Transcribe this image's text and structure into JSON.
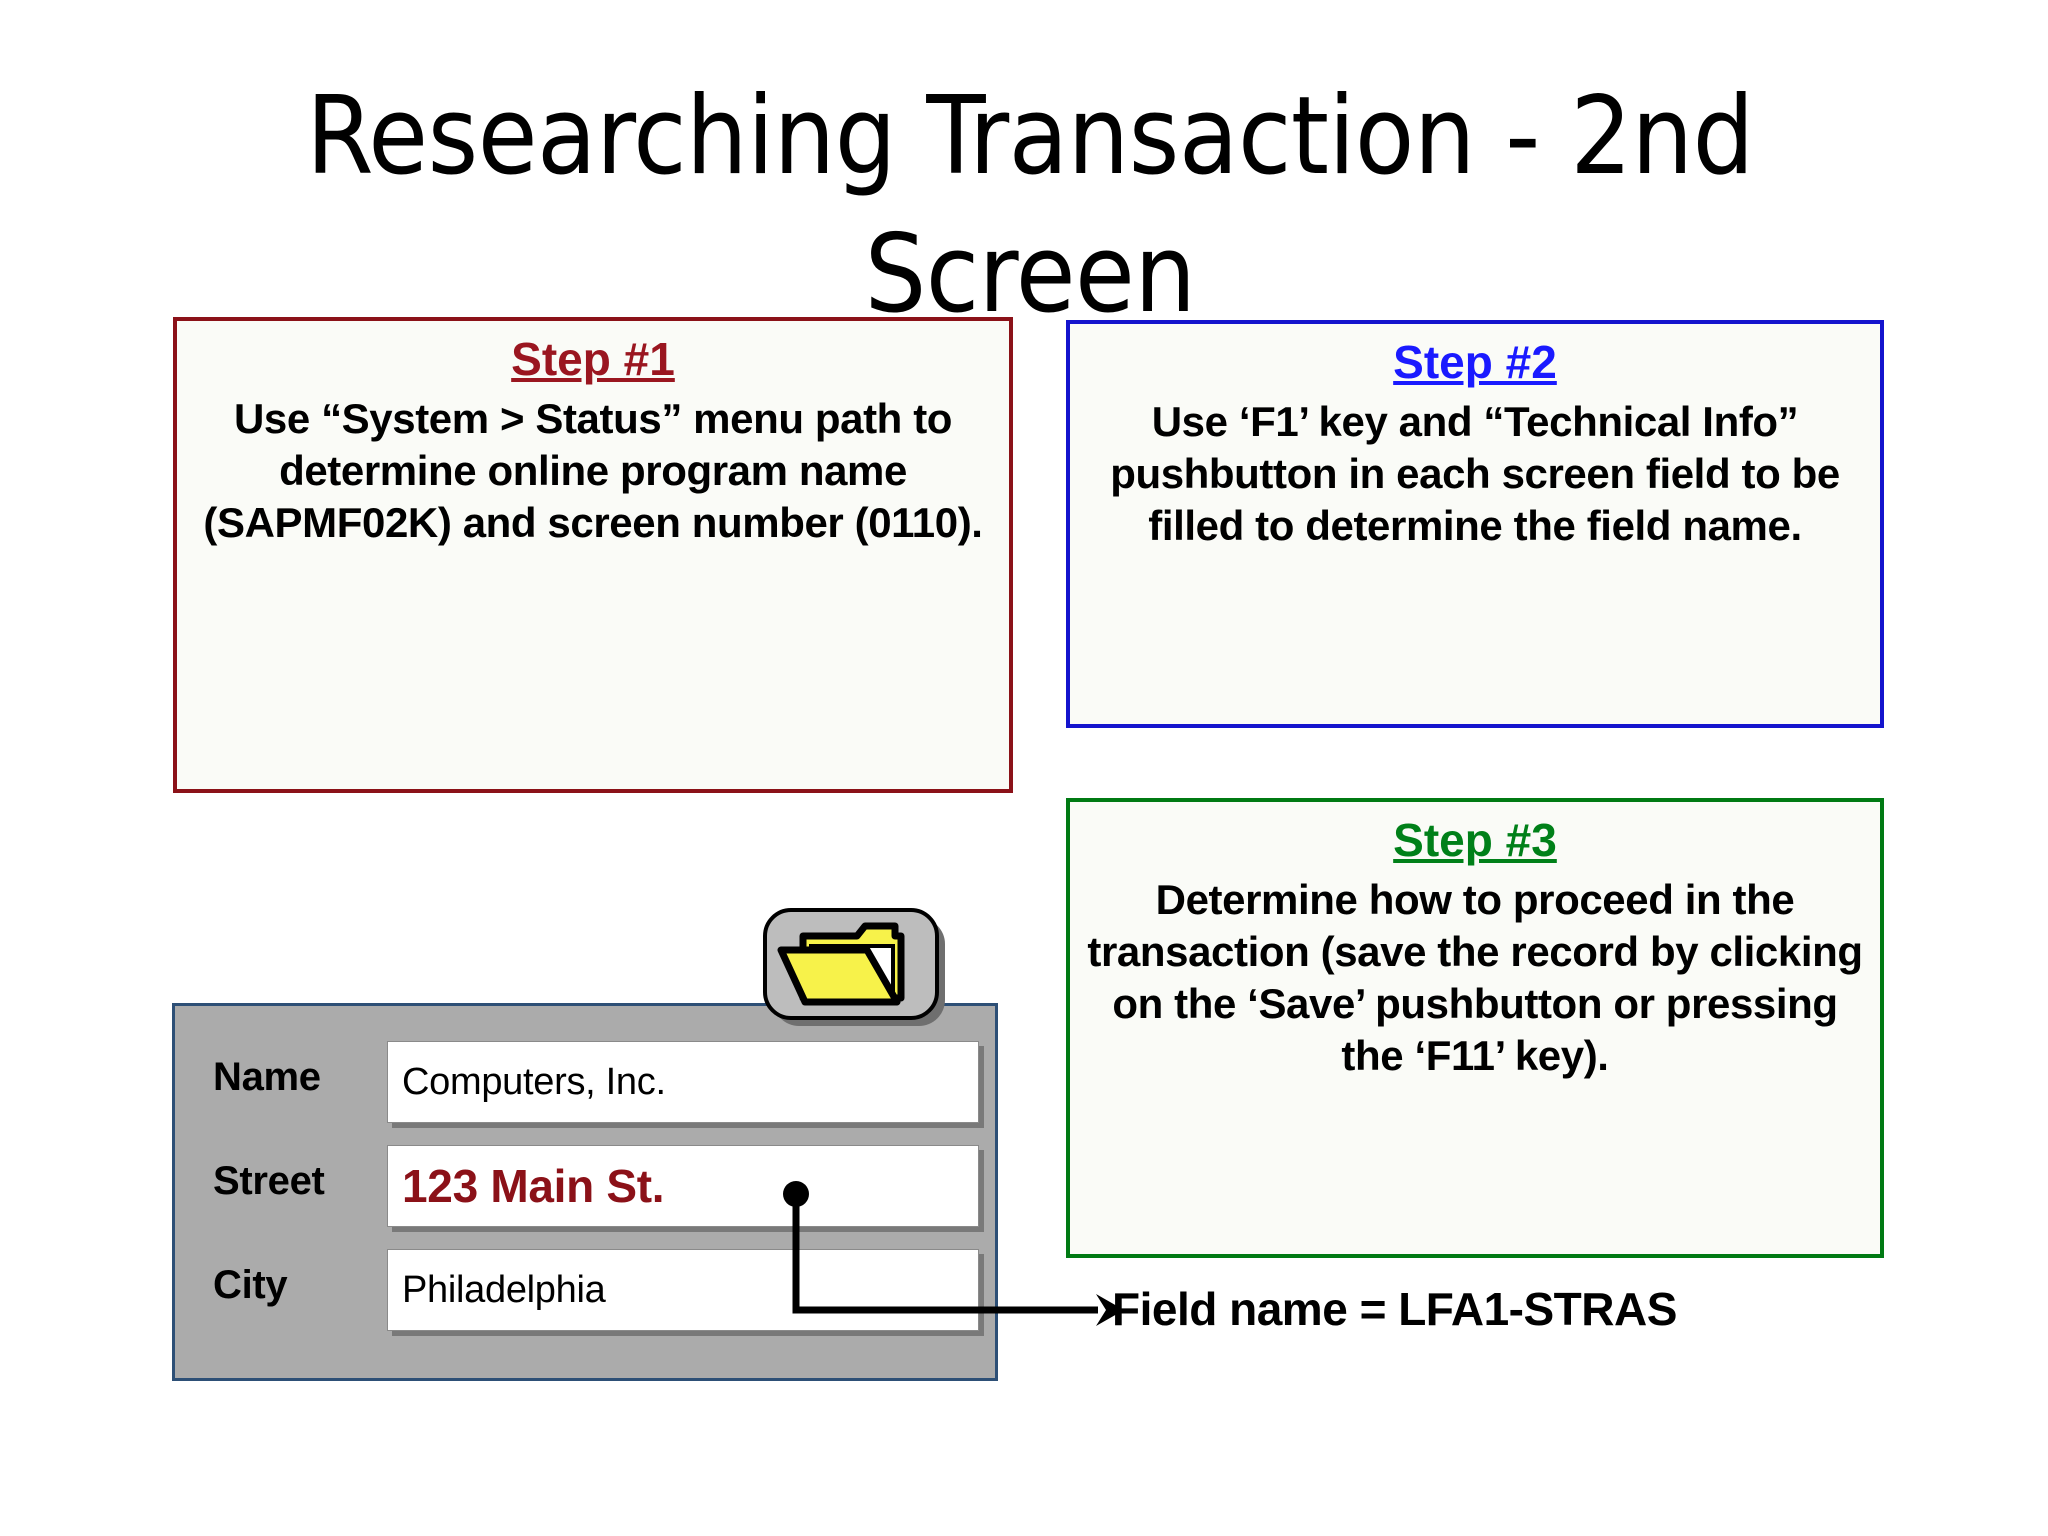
{
  "slide": {
    "title": "Researching Transaction - 2nd Screen"
  },
  "steps": [
    {
      "id": "step1",
      "heading": "Step #1",
      "body": "Use “System > Status” menu path to determine online program name (SAPMF02K) and screen number (0110).",
      "accent_color": "#9a1620",
      "border_color": "#8b1118"
    },
    {
      "id": "step2",
      "heading": "Step #2",
      "body": "Use ‘F1’ key and “Technical Info” pushbutton in each screen field to be filled to determine the field name.",
      "accent_color": "#1a1aff",
      "border_color": "#1414cd"
    },
    {
      "id": "step3",
      "heading": "Step #3",
      "body": "Determine how to proceed in the transaction (save the record by clicking on the ‘Save’ pushbutton or pressing the ‘F11’ key).",
      "accent_color": "#008019",
      "border_color": "#007a13"
    }
  ],
  "sap_form": {
    "panel_bg": "#ababab",
    "panel_border": "#2d4f76",
    "toolbar_button_icon": "open-folder-icon",
    "fields": [
      {
        "label": "Name",
        "value": "Computers, Inc.",
        "highlighted": false
      },
      {
        "label": "Street",
        "value": "123 Main St.",
        "highlighted": true
      },
      {
        "label": "City",
        "value": "Philadelphia",
        "highlighted": false
      }
    ]
  },
  "callout": {
    "text": "Field name = LFA1-STRAS",
    "points_to_field": "Street",
    "line_color": "#000000"
  }
}
